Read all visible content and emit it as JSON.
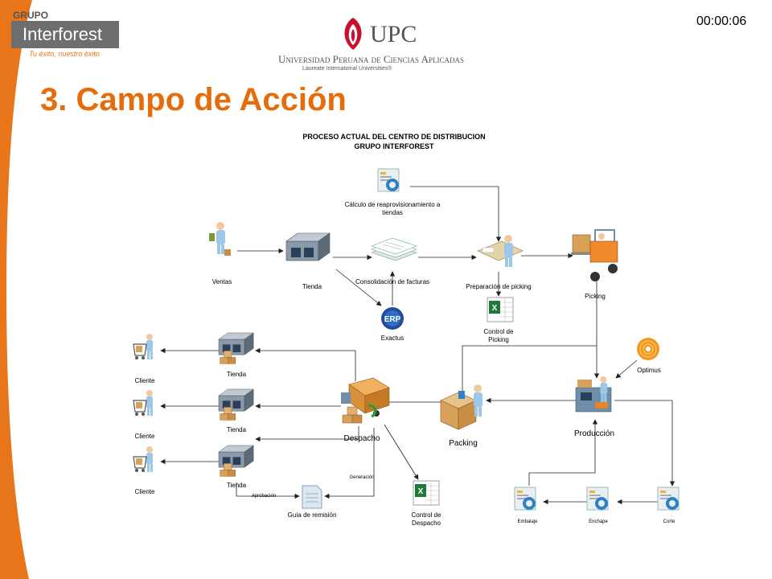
{
  "header": {
    "group_label": "GRUPO",
    "brand_name": "Interforest",
    "tagline": "Tu éxito, nuestro éxito",
    "university_logo_text": "UPC",
    "university_name": "Universidad Peruana de Ciencias Aplicadas",
    "university_subtitle": "Laureate International Universities®",
    "timer": "00:00:06"
  },
  "slide": {
    "title": "3. Campo de Acción"
  },
  "diagram": {
    "title_line1": "PROCESO ACTUAL DEL CENTRO DE DISTRIBUCION",
    "title_line2": "GRUPO INTERFOREST",
    "nodes": {
      "calculo": "Cálculo de reaprovisionamiento a tiendas",
      "ventas": "Ventas",
      "tienda_main": "Tienda",
      "consolidacion": "Consolidación de facturas",
      "preparacion": "Preparación de picking",
      "picking": "Picking",
      "exactus": "Exactus",
      "control_picking": "Control de Picking",
      "optimus": "Optimus",
      "produccion": "Producción",
      "packing": "Packing",
      "despacho": "Despacho",
      "tienda_1": "Tienda",
      "tienda_2": "Tienda",
      "tienda_3": "Tienda",
      "cliente_1": "Cliente",
      "cliente_2": "Cliente",
      "cliente_3": "Cliente",
      "guia": "Guía de remisión",
      "control_despacho": "Control de Despacho",
      "embalaje": "Embalaje",
      "enchape": "Enchape",
      "corte": "Corte"
    },
    "edge_labels": {
      "aprobacion": "Aprobación",
      "generacion": "Generación"
    }
  },
  "colors": {
    "orange": "#E8751A",
    "upc_red": "#C8102E",
    "gray_box": "#6D6E70",
    "title_orange": "#E46C0A"
  }
}
